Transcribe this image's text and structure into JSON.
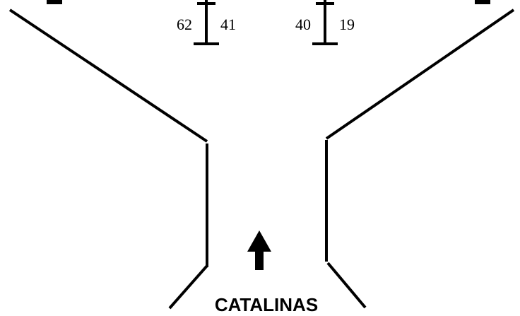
{
  "markers": [
    {
      "left": "62",
      "right": "41"
    },
    {
      "left": "40",
      "right": "19"
    }
  ],
  "direction_label": "CATALINAS",
  "arrow_icon": "up-arrow-icon"
}
